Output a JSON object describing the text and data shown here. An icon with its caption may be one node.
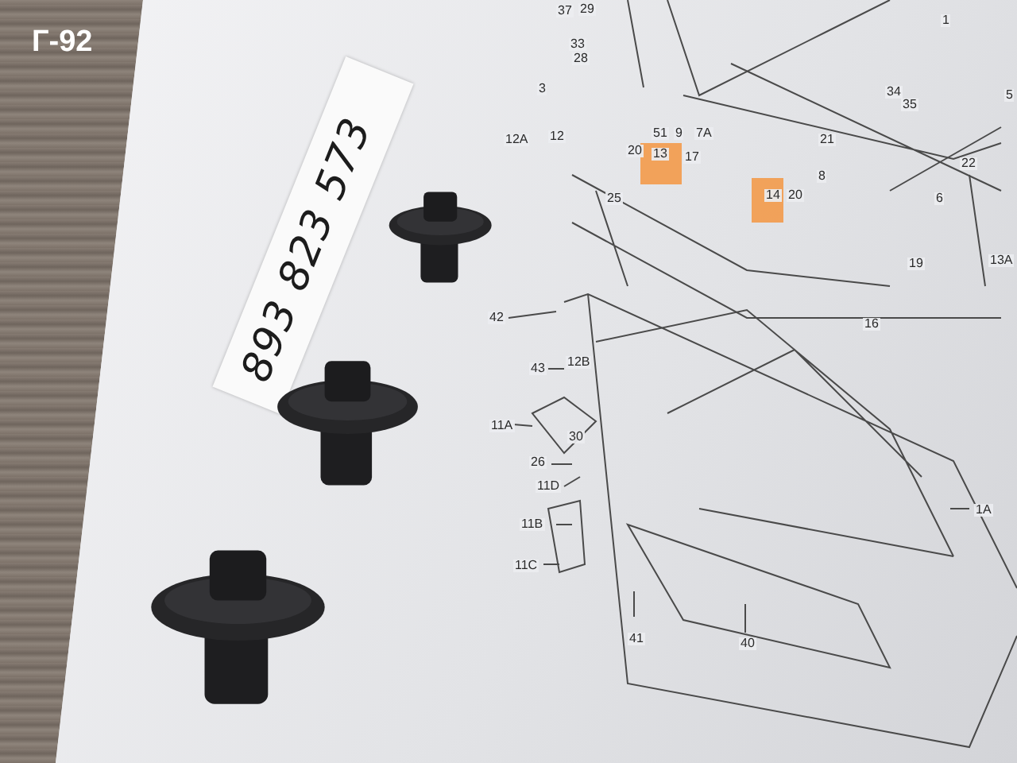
{
  "diagram": {
    "labels": [
      "Г-92",
      "893 823 573",
      "37",
      "29",
      "1",
      "33",
      "28",
      "3",
      "34",
      "35",
      "5",
      "12A",
      "12",
      "51",
      "9",
      "7A",
      "21",
      "20",
      "13",
      "17",
      "22",
      "8",
      "25",
      "14",
      "20",
      "6",
      "19",
      "13A",
      "42",
      "16",
      "43",
      "12B",
      "11A",
      "30",
      "26",
      "11D",
      "1A",
      "11B",
      "11C",
      "41",
      "40"
    ]
  }
}
